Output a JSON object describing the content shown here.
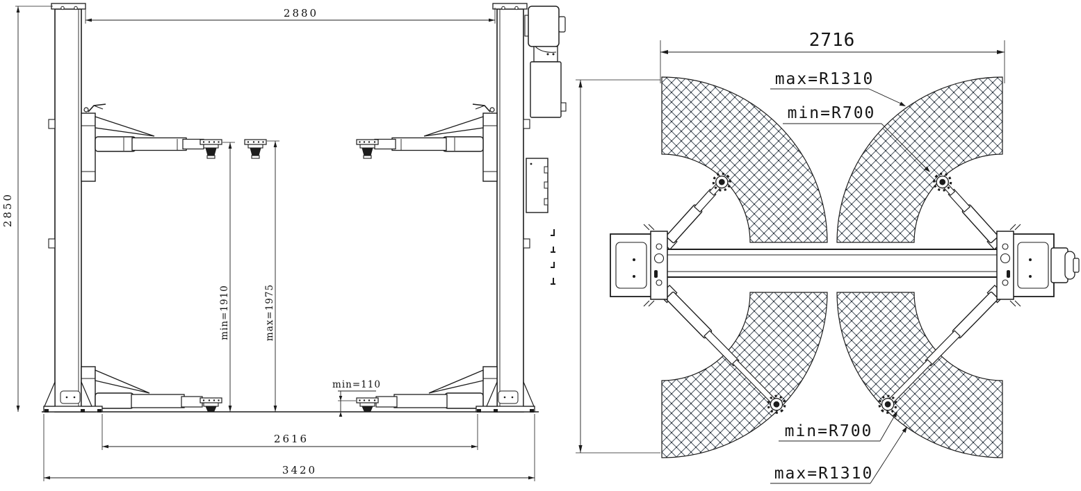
{
  "drawing": {
    "type": "two-post vehicle lift technical drawing",
    "views": {
      "front_view_name": "front elevation",
      "top_view_name": "plan view (arm sweep)"
    }
  },
  "front_view": {
    "dim_total_height": "2850",
    "dim_width_between_posts": "2880",
    "dim_pad_height_min": "min=1910",
    "dim_pad_height_max": "max=1975",
    "dim_pad_lowered_min": "min=110",
    "dim_inner_base_width": "2616",
    "dim_overall_base_width": "3420"
  },
  "top_view": {
    "dim_overall_width": "2716",
    "label_swing_max_top": "max=R1310",
    "label_swing_min_top": "min=R700",
    "label_swing_min_bottom": "min=R700",
    "label_swing_max_bottom": "max=R1310",
    "left_dim_label": ""
  },
  "colors": {
    "line": "#1c1c1c",
    "hatch": "#4a5560",
    "background": "#ffffff"
  }
}
